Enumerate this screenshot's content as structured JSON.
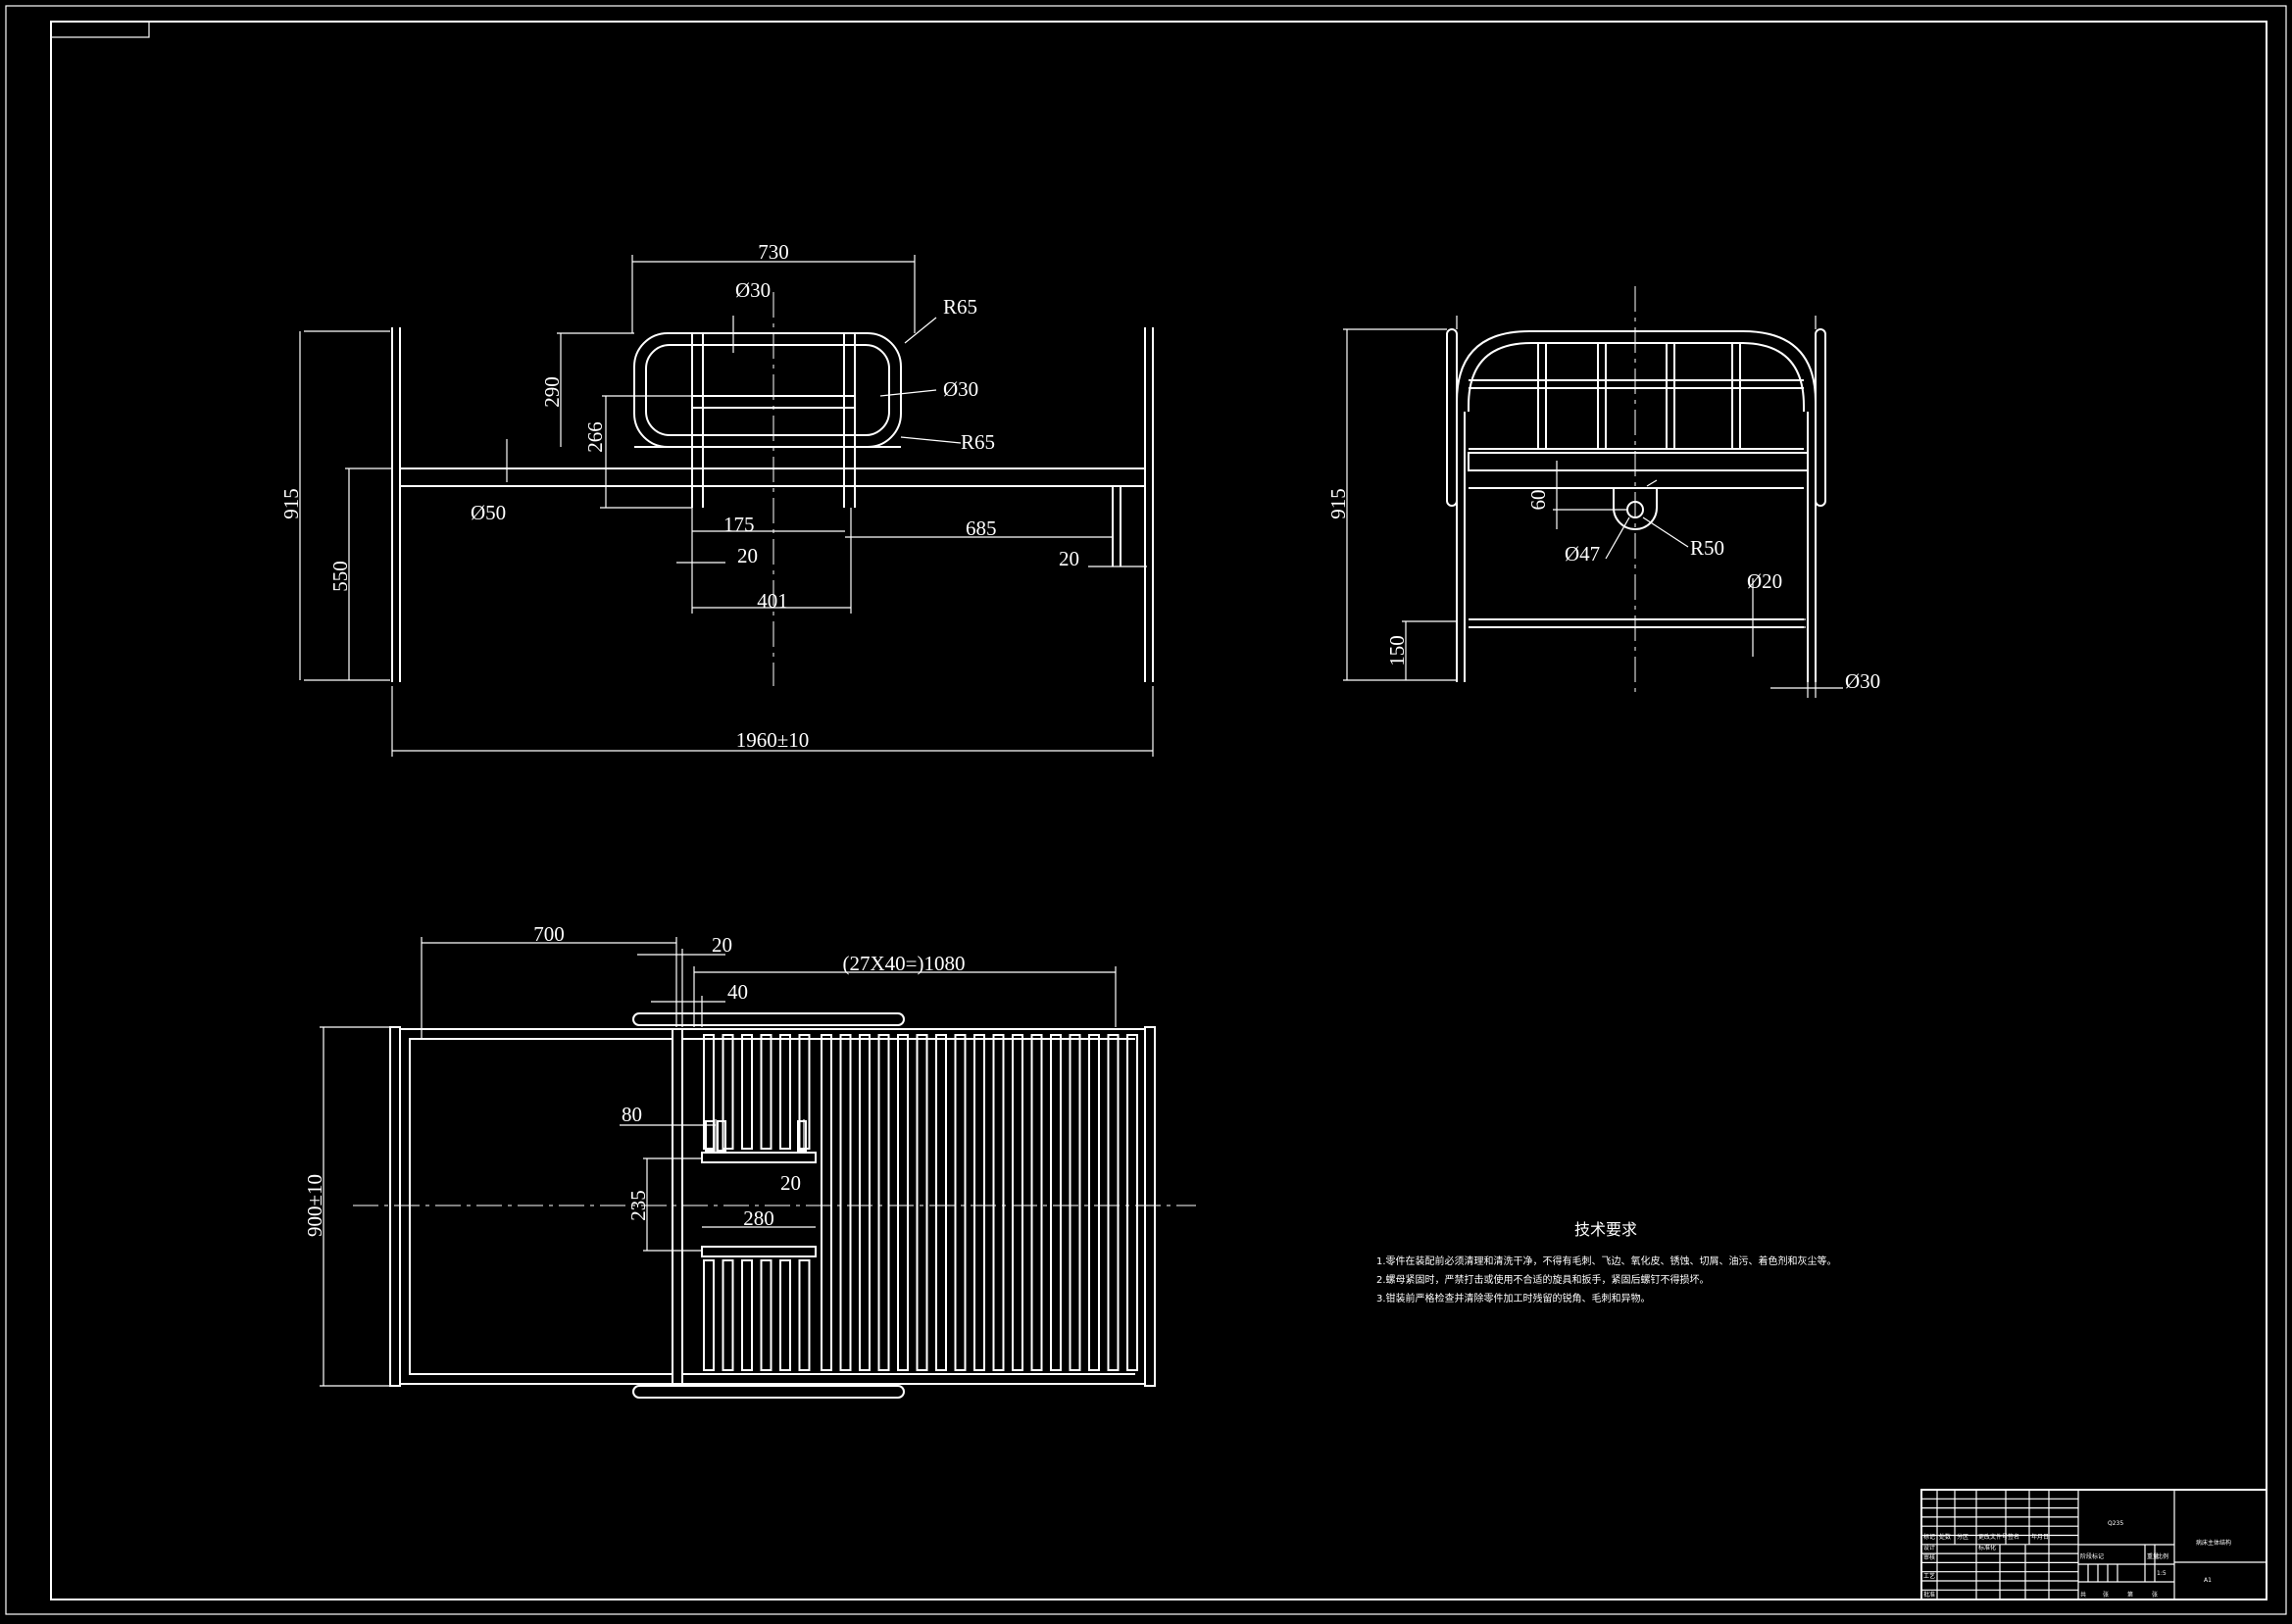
{
  "drawing": {
    "front_view": {
      "dims": {
        "d730": "730",
        "d_o30_top": "Ø30",
        "r65_top": "R65",
        "d_o30_mid": "Ø30",
        "r65_bot": "R65",
        "d290": "290",
        "d266": "266",
        "d915": "915",
        "d550": "550",
        "d_o50": "Ø50",
        "d175": "175",
        "d20_left": "20",
        "d685": "685",
        "d20_right": "20",
        "d401": "401",
        "d1960": "1960±10"
      }
    },
    "side_view": {
      "dims": {
        "d915": "915",
        "d60": "60",
        "d_o47": "Ø47",
        "r50": "R50",
        "d_o20": "Ø20",
        "d150": "150",
        "d_o30": "Ø30"
      }
    },
    "top_view": {
      "dims": {
        "d700": "700",
        "d20_top": "20",
        "d1080": "(27X40=)1080",
        "d40": "40",
        "d80": "80",
        "d20_mid": "20",
        "d235": "235",
        "d280": "280",
        "d900": "900±10"
      }
    },
    "technical_requirements": {
      "title": "技术要求",
      "lines": [
        "1.零件在装配前必须清理和清洗干净，不得有毛刺、飞边、氧化皮、锈蚀、切屑、油污、着色剂和灰尘等。",
        "2.螺母紧固时，严禁打击或使用不合适的旋具和扳手，紧固后螺钉不得损坏。",
        "3.钳装前严格检查并清除零件加工时残留的锐角、毛刺和异物。"
      ]
    },
    "title_block": {
      "material": "Q235",
      "part_name": "病床主体结构",
      "sheet_size": "A1",
      "scale": "1:5",
      "labels": [
        "标记",
        "处数",
        "分区",
        "更改文件号",
        "签名",
        "年月日",
        "设计",
        "标准化",
        "阶段标记",
        "重量",
        "比例",
        "审核",
        "工艺",
        "批准",
        "共",
        "张",
        "第",
        "张"
      ]
    }
  }
}
